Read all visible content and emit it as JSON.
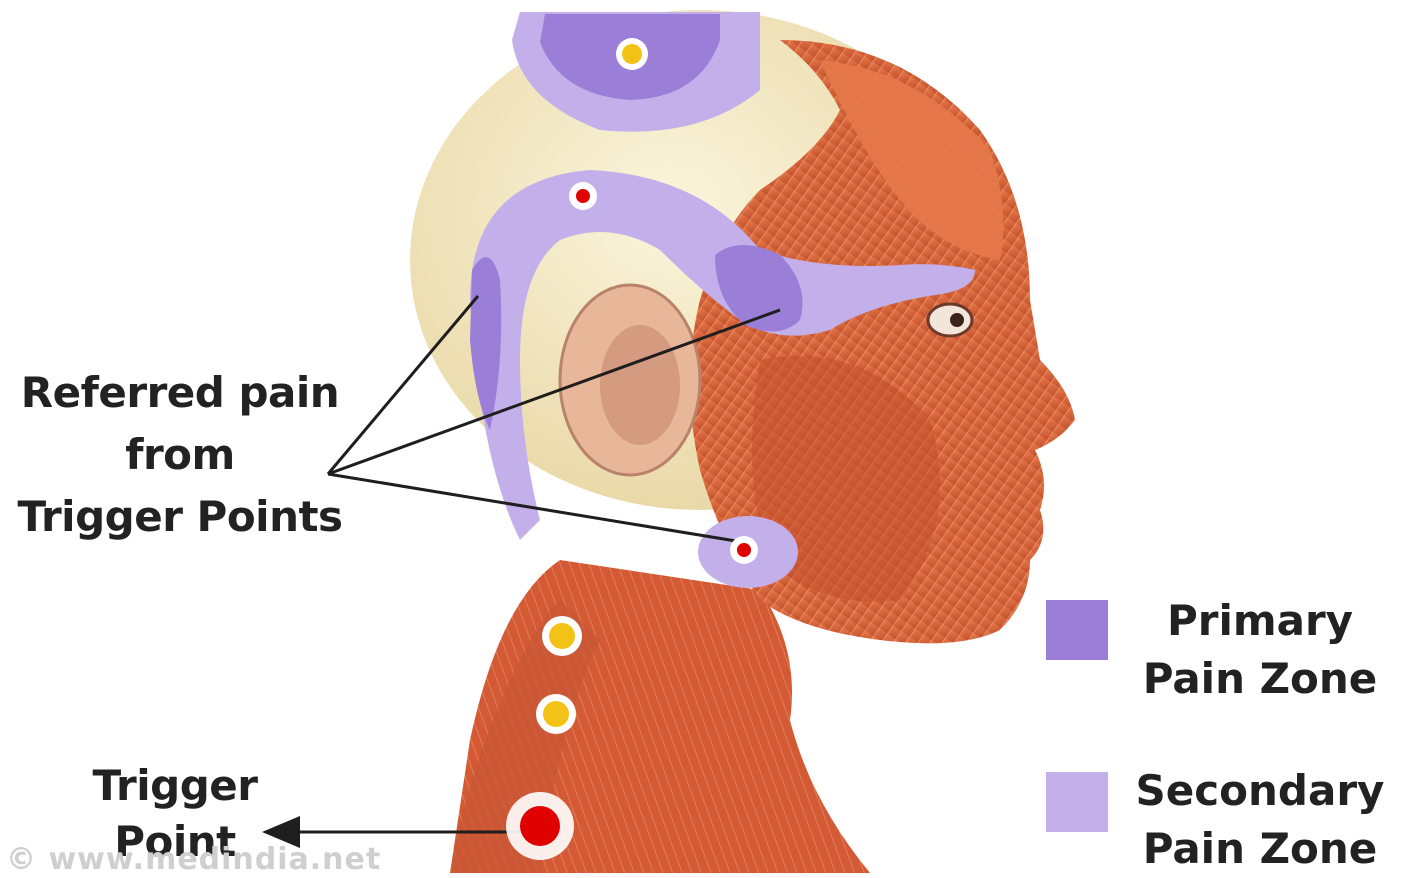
{
  "labels": {
    "referred_line1": "Referred pain",
    "referred_line2": "from",
    "referred_line3": "Trigger Points",
    "trigger_line1": "Trigger",
    "trigger_line2": "Point"
  },
  "legend": [
    {
      "label_line1": "Primary",
      "label_line2": "Pain Zone",
      "color": "#9a7ed8"
    },
    {
      "label_line1": "Secondary",
      "label_line2": "Pain Zone",
      "color": "#c3b0ea"
    }
  ],
  "watermark": "© www.medindia.net",
  "colors": {
    "muscle": "#d8643a",
    "muscle_dark": "#b8462a",
    "skull": "#f3ecc8",
    "primary_zone": "#9a7ed8",
    "secondary_zone": "#c3b0ea",
    "trigger_red": "#e00000",
    "trigger_yellow": "#f2c316"
  }
}
